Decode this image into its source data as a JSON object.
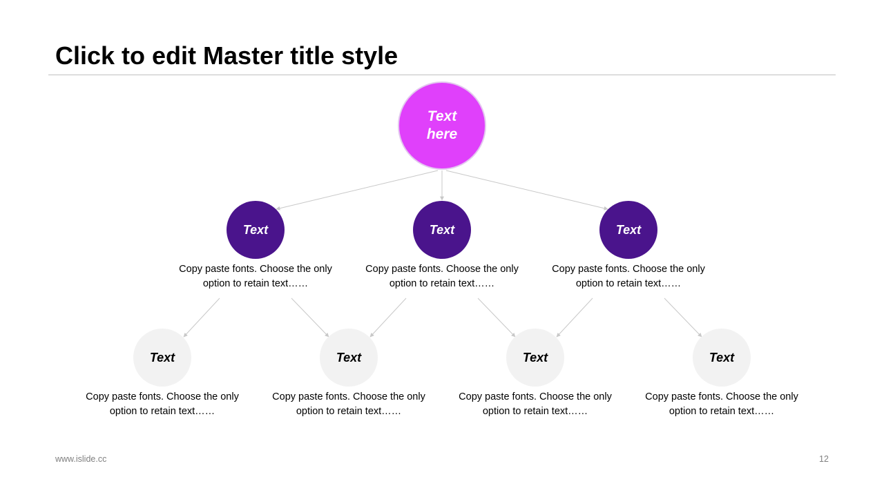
{
  "slide": {
    "title": "Click to edit Master title style",
    "footer_url": "www.islide.cc",
    "page_number": "12"
  },
  "colors": {
    "root_fill": "#e040fb",
    "mid_fill": "#4a148c",
    "leaf_fill": "#f2f2f2",
    "connector": "#c8c8c8"
  },
  "diagram": {
    "root": {
      "label": "Text here"
    },
    "mid": [
      {
        "label": "Text",
        "caption": "Copy paste fonts. Choose the only option to retain text……"
      },
      {
        "label": "Text",
        "caption": "Copy paste fonts. Choose the only option to retain text……"
      },
      {
        "label": "Text",
        "caption": "Copy paste fonts. Choose the only option to retain text……"
      }
    ],
    "leaves": [
      {
        "label": "Text",
        "caption": "Copy paste fonts. Choose the only option to retain text……"
      },
      {
        "label": "Text",
        "caption": "Copy paste fonts. Choose the only option to retain text……"
      },
      {
        "label": "Text",
        "caption": "Copy paste fonts. Choose the only option to retain text……"
      },
      {
        "label": "Text",
        "caption": "Copy paste fonts. Choose the only option to retain text……"
      }
    ]
  }
}
